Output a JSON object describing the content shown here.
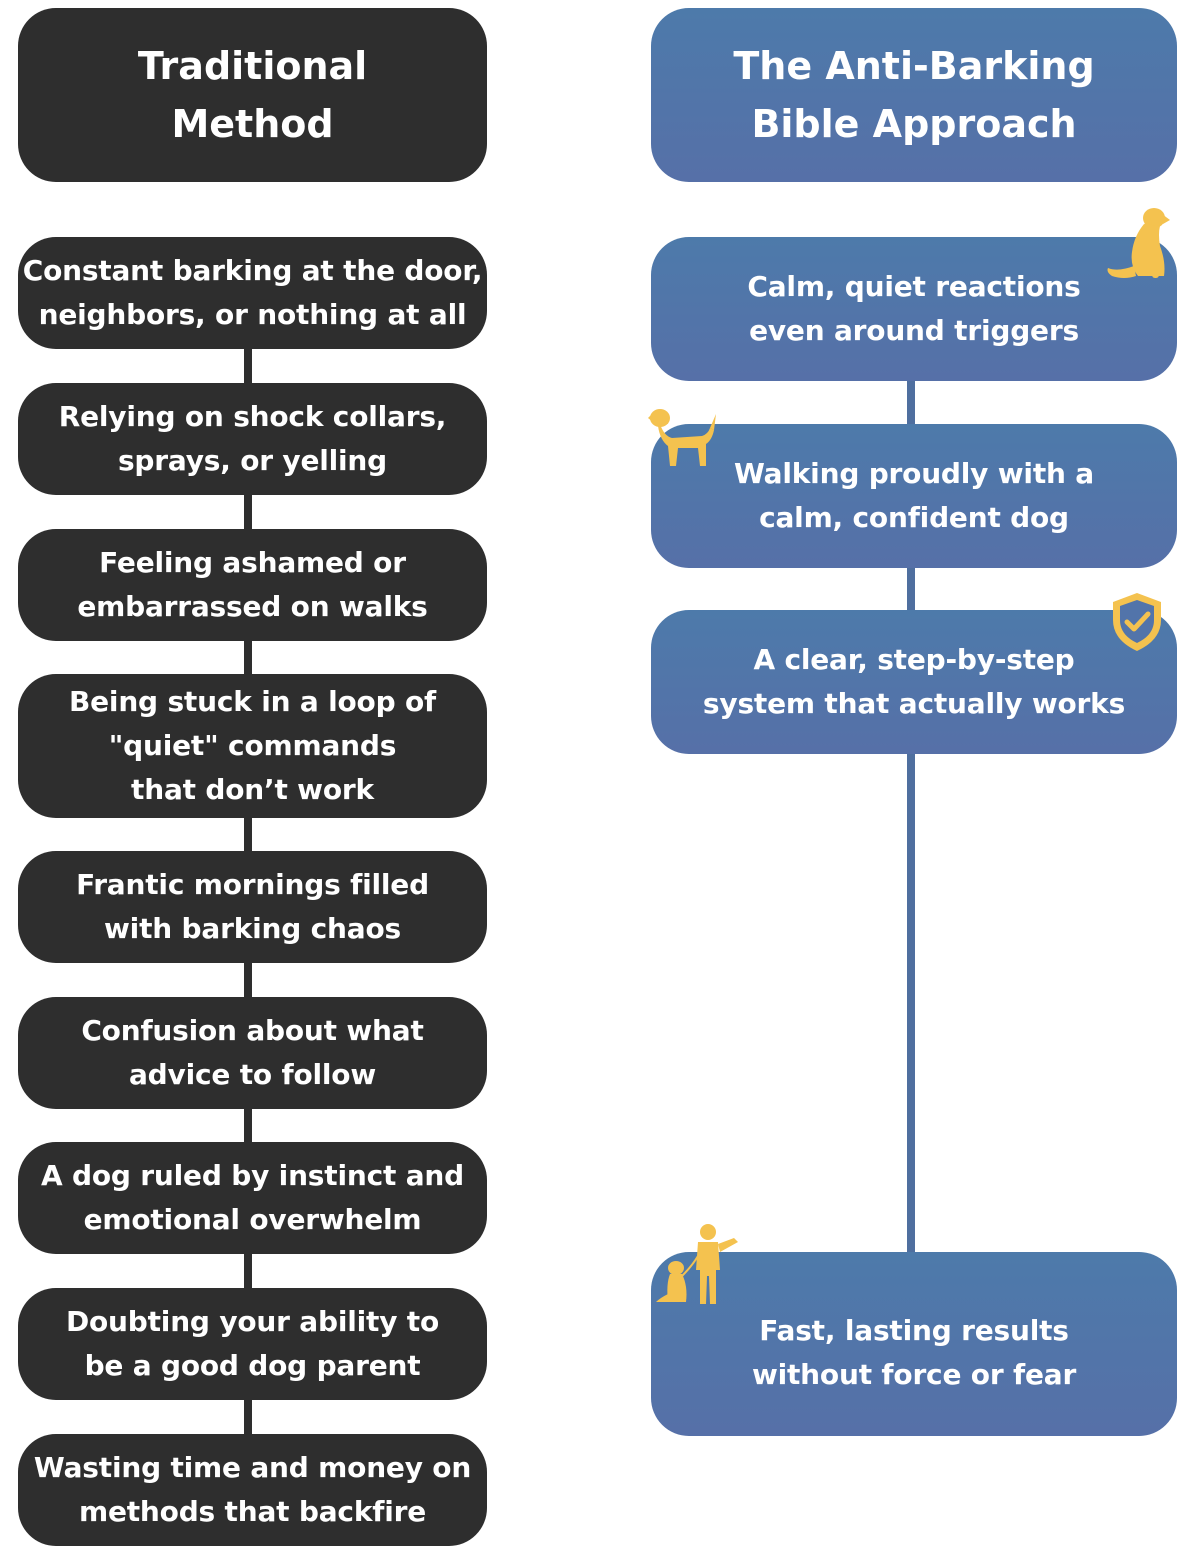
{
  "left": {
    "header": "Traditional\nMethod",
    "items": [
      "Constant barking at the door,\nneighbors, or nothing at all",
      "Relying on shock collars,\nsprays, or yelling",
      "Feeling ashamed or\nembarrassed on walks",
      "Being stuck in a loop of\n\"quiet\" commands\nthat don’t work",
      "Frantic mornings filled\nwith barking chaos",
      "Confusion about what\nadvice to follow",
      "A dog ruled by instinct and\nemotional overwhelm",
      "Doubting your ability to\nbe a good dog parent",
      "Wasting time and money on\nmethods that backfire"
    ]
  },
  "right": {
    "header": "The Anti-Barking\nBible Approach",
    "items": [
      "Calm, quiet reactions\neven around triggers",
      "Walking proudly with a\ncalm, confident dog",
      "A clear, step-by-step\nsystem that actually works",
      "Fast, lasting results\nwithout force or fear"
    ],
    "icons": [
      "sitting-dog-icon",
      "standing-dog-icon",
      "shield-check-icon",
      "person-with-dog-icon"
    ]
  },
  "colors": {
    "dark_box": "#2e2e2e",
    "blue_box": "#5274aa",
    "icon": "#f4c24f",
    "text": "#ffffff"
  }
}
